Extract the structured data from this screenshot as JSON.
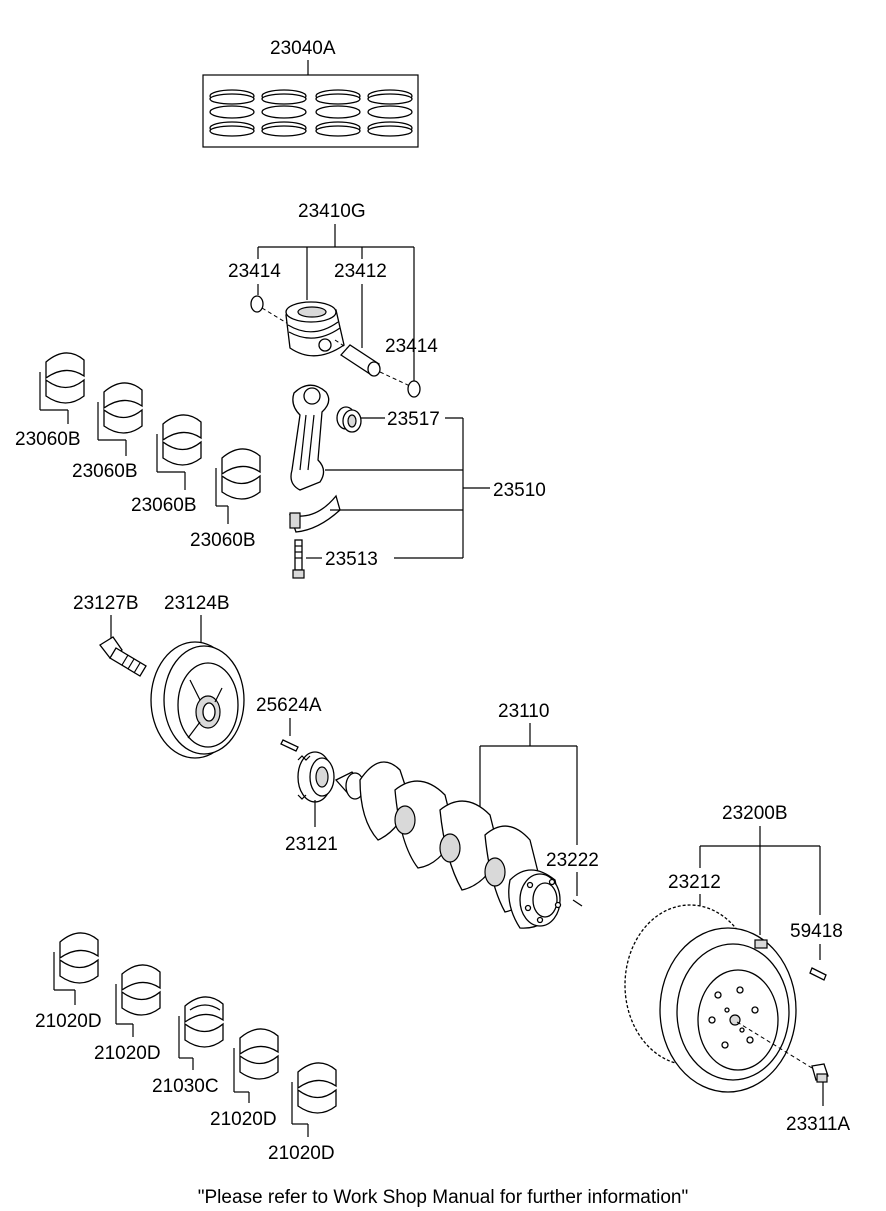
{
  "labels": {
    "piston_ring_set": "23040A",
    "piston_assy": "23410G",
    "snap_ring_left": "23414",
    "piston_pin": "23412",
    "snap_ring_right": "23414",
    "bushing": "23517",
    "connecting_rod_assy": "23510",
    "rod_bolt": "23513",
    "rod_bearing_1": "23060B",
    "rod_bearing_2": "23060B",
    "rod_bearing_3": "23060B",
    "rod_bearing_4": "23060B",
    "pulley_bolt": "23127B",
    "damper_pulley": "23124B",
    "key": "25624A",
    "sprocket": "23121",
    "crankshaft": "23110",
    "pin": "23222",
    "flywheel_assy": "23200B",
    "ring_gear": "23212",
    "dowel": "59418",
    "flywheel_bolt": "23311A",
    "main_bearing_1": "21020D",
    "main_bearing_2": "21020D",
    "thrust_bearing": "21030C",
    "main_bearing_3": "21020D",
    "main_bearing_4": "21020D"
  },
  "footer": "\"Please refer to Work Shop Manual for further information\""
}
